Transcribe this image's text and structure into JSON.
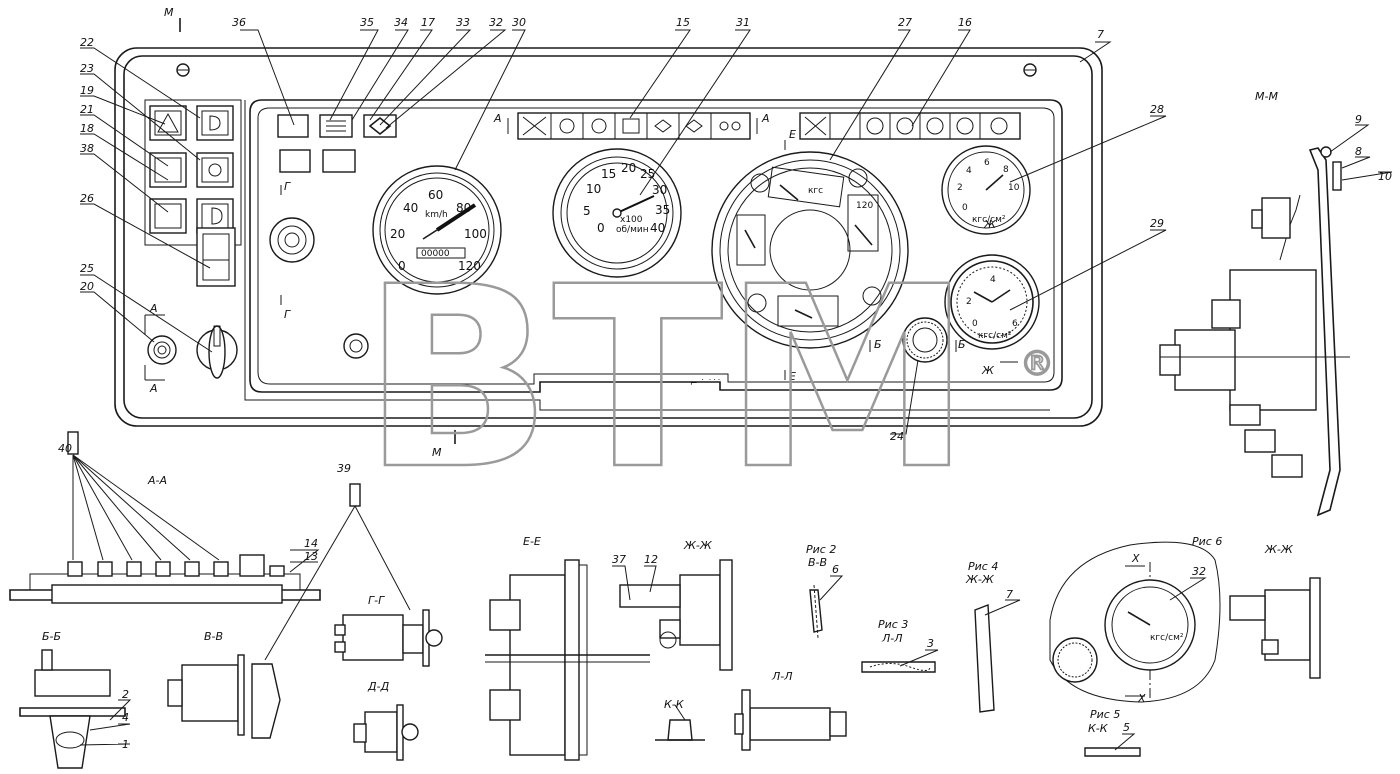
{
  "callouts": [
    {
      "id": "c40",
      "text": "40"
    },
    {
      "id": "c39",
      "text": "39"
    },
    {
      "id": "c36",
      "text": "36"
    },
    {
      "id": "c35",
      "text": "35"
    },
    {
      "id": "c34",
      "text": "34"
    },
    {
      "id": "c17",
      "text": "17"
    },
    {
      "id": "c33",
      "text": "33"
    },
    {
      "id": "c32",
      "text": "32"
    },
    {
      "id": "c30",
      "text": "30"
    },
    {
      "id": "c15",
      "text": "15"
    },
    {
      "id": "c31",
      "text": "31"
    },
    {
      "id": "c27",
      "text": "27"
    },
    {
      "id": "c16",
      "text": "16"
    },
    {
      "id": "c7",
      "text": "7"
    },
    {
      "id": "c22",
      "text": "22"
    },
    {
      "id": "c23",
      "text": "23"
    },
    {
      "id": "c19",
      "text": "19"
    },
    {
      "id": "c21",
      "text": "21"
    },
    {
      "id": "c18",
      "text": "18"
    },
    {
      "id": "c38",
      "text": "38"
    },
    {
      "id": "c26",
      "text": "26"
    },
    {
      "id": "c25",
      "text": "25"
    },
    {
      "id": "c20",
      "text": "20"
    },
    {
      "id": "c28",
      "text": "28"
    },
    {
      "id": "c29",
      "text": "29"
    },
    {
      "id": "c24",
      "text": "24"
    },
    {
      "id": "c9",
      "text": "9"
    },
    {
      "id": "c8",
      "text": "8"
    },
    {
      "id": "c10",
      "text": "10"
    },
    {
      "id": "c14",
      "text": "14"
    },
    {
      "id": "c13",
      "text": "13"
    },
    {
      "id": "c2",
      "text": "2"
    },
    {
      "id": "c4",
      "text": "4"
    },
    {
      "id": "c1",
      "text": "1"
    },
    {
      "id": "c37",
      "text": "37"
    },
    {
      "id": "c12",
      "text": "12"
    },
    {
      "id": "c6",
      "text": "6"
    },
    {
      "id": "c3",
      "text": "3"
    },
    {
      "id": "c7b",
      "text": "7"
    },
    {
      "id": "c32b",
      "text": "32"
    },
    {
      "id": "c5",
      "text": "5"
    }
  ],
  "sections": [
    {
      "id": "mm",
      "text": "М-М"
    },
    {
      "id": "aa",
      "text": "А-А"
    },
    {
      "id": "bb",
      "text": "Б-Б"
    },
    {
      "id": "vv",
      "text": "В-В"
    },
    {
      "id": "gg",
      "text": "Г-Г"
    },
    {
      "id": "dd",
      "text": "Д-Д"
    },
    {
      "id": "ee",
      "text": "Е-Е"
    },
    {
      "id": "zhzh",
      "text": "Ж-Ж"
    },
    {
      "id": "kk",
      "text": "К-К"
    },
    {
      "id": "ll",
      "text": "Л-Л"
    },
    {
      "id": "ris2",
      "text": "Рис 2"
    },
    {
      "id": "ris2s",
      "text": "В-В"
    },
    {
      "id": "ris3",
      "text": "Рис 3"
    },
    {
      "id": "ris3s",
      "text": "Л-Л"
    },
    {
      "id": "ris4",
      "text": "Рис 4"
    },
    {
      "id": "ris4s",
      "text": "Ж-Ж"
    },
    {
      "id": "ris5",
      "text": "Рис 5"
    },
    {
      "id": "ris5s",
      "text": "К-К"
    },
    {
      "id": "ris6",
      "text": "Рис 6"
    },
    {
      "id": "zhzh2",
      "text": "Ж-Ж"
    }
  ],
  "cut_marks": [
    {
      "id": "m_top",
      "text": "М"
    },
    {
      "id": "m_bot",
      "text": "М"
    },
    {
      "id": "a_l1",
      "text": "А"
    },
    {
      "id": "a_l2",
      "text": "А"
    },
    {
      "id": "a_t1",
      "text": "А"
    },
    {
      "id": "a_t2",
      "text": "А"
    },
    {
      "id": "g_1",
      "text": "Г"
    },
    {
      "id": "g_2",
      "text": "Г"
    },
    {
      "id": "b_1",
      "text": "Б"
    },
    {
      "id": "b_2",
      "text": "Б"
    },
    {
      "id": "e_1",
      "text": "Е"
    },
    {
      "id": "e_2",
      "text": "Е"
    },
    {
      "id": "zh_1",
      "text": "Ж"
    },
    {
      "id": "zh_2",
      "text": "Ж"
    },
    {
      "id": "x_1",
      "text": "Х"
    },
    {
      "id": "x_2",
      "text": "Х"
    }
  ],
  "speedometer": {
    "ticks": [
      "0",
      "20",
      "40",
      "60",
      "80",
      "100",
      "120"
    ],
    "unit": "km/h",
    "odometer": "00000"
  },
  "tachometer": {
    "ticks": [
      "0",
      "5",
      "10",
      "15",
      "20",
      "25",
      "30",
      "35",
      "40"
    ],
    "mult": "x100",
    "unit": "об/мин"
  },
  "combi_gauge": {
    "top": "кгс",
    "right": "120"
  },
  "pressure_gauge": {
    "ticks": [
      "0",
      "2",
      "4",
      "6",
      "8",
      "10"
    ],
    "unit": "кгс/см²"
  },
  "small_gauge": {
    "ticks": [
      "0",
      "2",
      "4",
      "6"
    ],
    "unit": "кгс/см²"
  },
  "detail_gauge": {
    "unit": "кгс/см²"
  },
  "watermark": {
    "text": "BTM",
    "reg": "®"
  }
}
